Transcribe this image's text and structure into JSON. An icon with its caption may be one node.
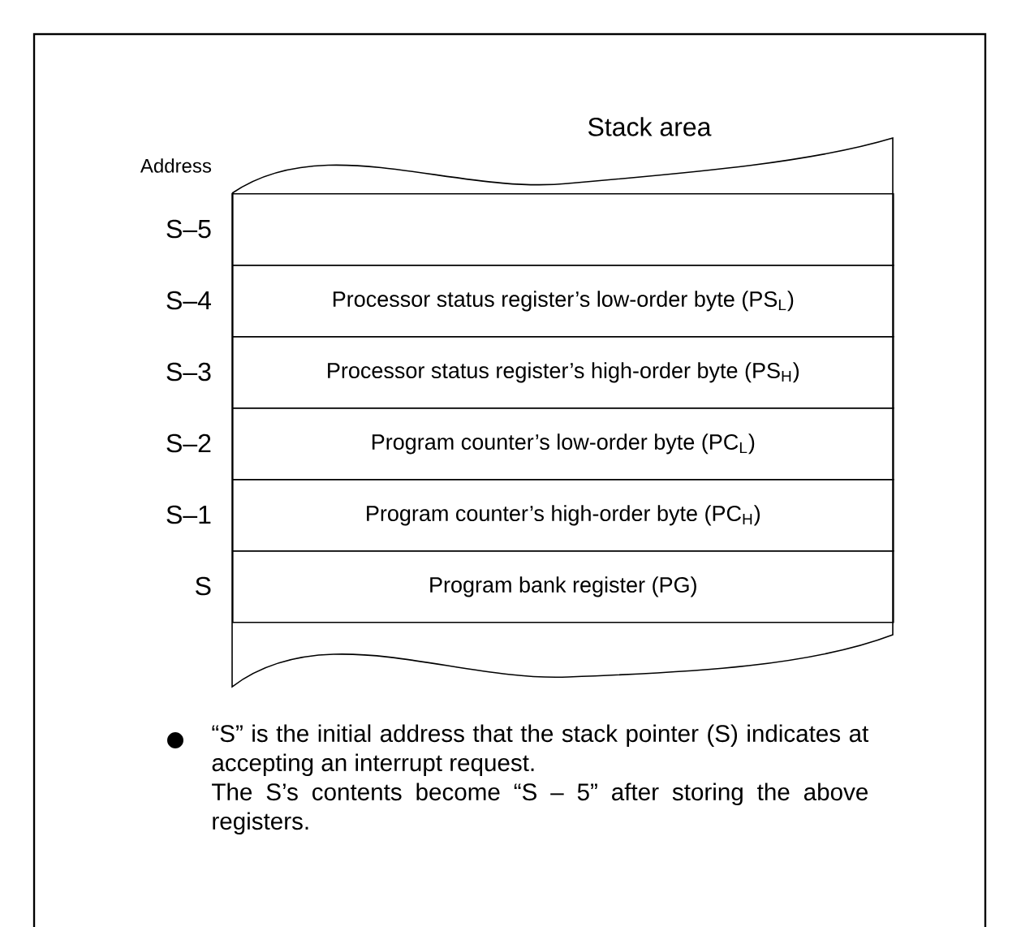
{
  "diagram": {
    "title": "Stack area",
    "nodes": [
      {
        "text": [],
        "shape": "box"
      },
      {
        "text": [
          "Processor status register’s low-order byte (PS$_{L}$)"
        ]
      },
      {
        "text": [
          "Processor status register’s high-order byte (PS$_{H}$)"
        ]
      },
      {
        "text": [
          "Program counter’s low-order byte (PC$_{L}$)"
        ]
      },
      {
        "text": [
          "Program counter’s high-order byte (PC$_{H}$)"
        ]
      },
      {
        "text": [
          "Program bank register (PG)"
        ]
      }
    ],
    "labels": [
      "Address",
      "S–5",
      "S–4",
      "S–3",
      "S–2",
      "S–1",
      "S",
      "“S” is the initial address that the stack pointer (S) indicates at accepting an interrupt request.",
      "The S’s contents become “S – 5” after storing the above registers."
    ]
  }
}
